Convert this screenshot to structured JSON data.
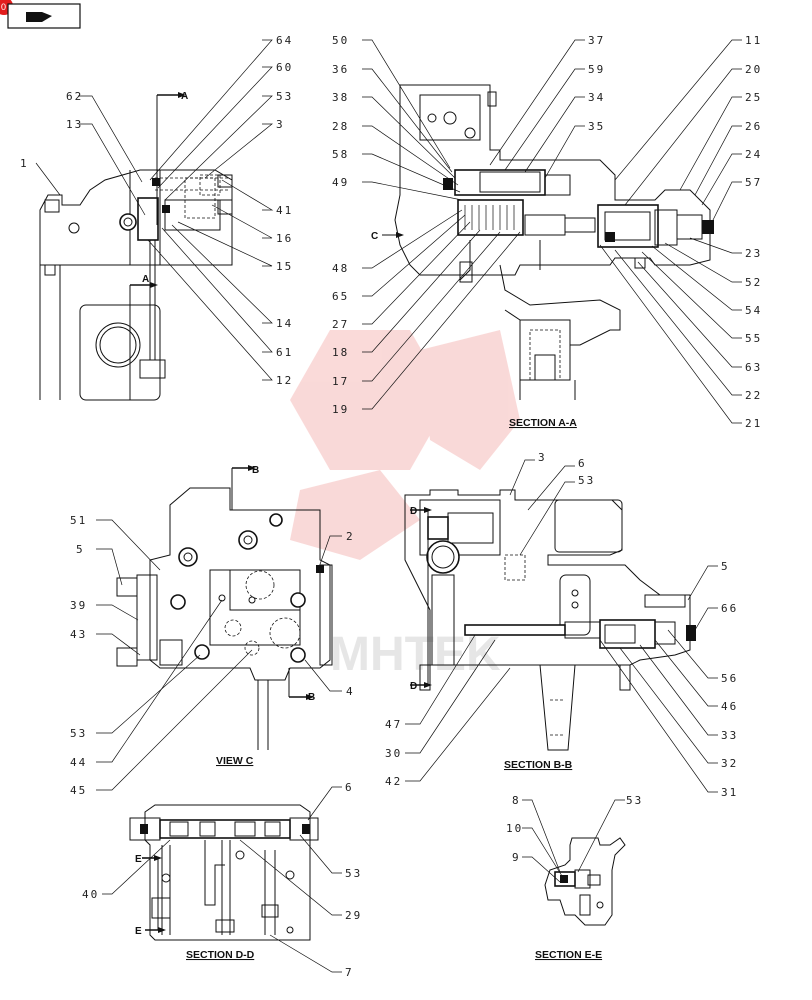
{
  "header": {
    "badge": "0"
  },
  "titles": {
    "section_aa": "SECTION  A-A",
    "view_c": "VIEW  C",
    "section_bb": "SECTION  B-B",
    "section_dd": "SECTION  D-D",
    "section_ee": "SECTION  E-E"
  },
  "cut_markers": {
    "a": "A",
    "b": "B",
    "c": "C",
    "d": "D",
    "e": "E"
  },
  "callouts": {
    "top_left": [
      "1",
      "62",
      "13",
      "64",
      "60",
      "53",
      "3",
      "41",
      "16",
      "15",
      "14",
      "61",
      "12"
    ],
    "section_aa": [
      "50",
      "36",
      "38",
      "28",
      "58",
      "49",
      "48",
      "65",
      "27",
      "18",
      "17",
      "19",
      "37",
      "59",
      "34",
      "35",
      "11",
      "20",
      "25",
      "26",
      "24",
      "57",
      "23",
      "52",
      "54",
      "55",
      "63",
      "22",
      "21"
    ],
    "view_c": [
      "51",
      "5",
      "39",
      "43",
      "53",
      "44",
      "45",
      "2",
      "4"
    ],
    "section_bb": [
      "3",
      "6",
      "53",
      "5",
      "66",
      "56",
      "46",
      "33",
      "32",
      "31",
      "47",
      "30",
      "42"
    ],
    "section_dd": [
      "6",
      "53",
      "29",
      "7",
      "40"
    ],
    "section_ee": [
      "8",
      "10",
      "9",
      "53"
    ]
  },
  "watermark": "MHTEK"
}
